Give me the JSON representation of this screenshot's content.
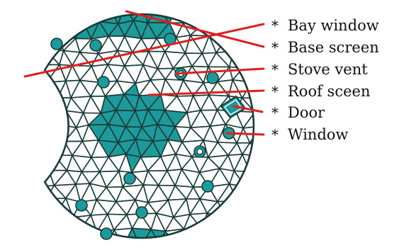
{
  "diagram": {
    "labels": [
      {
        "id": "bay-window",
        "text": "Bay window"
      },
      {
        "id": "base-screen",
        "text": "Base screen"
      },
      {
        "id": "stove-vent",
        "text": "Stove vent"
      },
      {
        "id": "roof-screen",
        "text": "Roof sceen"
      },
      {
        "id": "door",
        "text": "Door"
      },
      {
        "id": "window",
        "text": "Window"
      }
    ],
    "bullet": "*",
    "colors": {
      "teal": "#1f9a9a",
      "line": "#1a3a3a",
      "leader": "#e02020",
      "text": "#111111",
      "background": "#ffffff"
    }
  }
}
